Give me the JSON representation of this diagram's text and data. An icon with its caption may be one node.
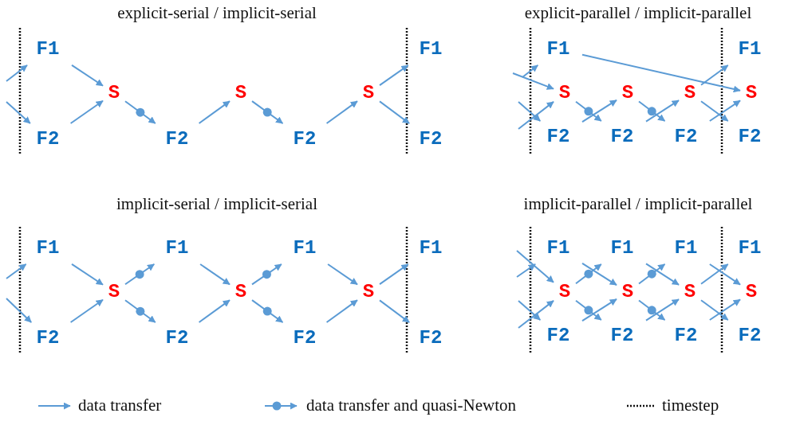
{
  "diagram": {
    "nodes": [
      {
        "text": [
          "F1"
        ]
      },
      {
        "text": [
          "F2"
        ]
      },
      {
        "text": [
          "S"
        ]
      },
      {
        "text": [
          "F2"
        ]
      },
      {
        "text": [
          "S"
        ]
      },
      {
        "text": [
          "F2"
        ]
      },
      {
        "text": [
          "S"
        ]
      },
      {
        "text": [
          "F1"
        ]
      },
      {
        "text": [
          "F2"
        ]
      },
      {
        "text": [
          "F1"
        ]
      },
      {
        "text": [
          "S"
        ]
      },
      {
        "text": [
          "F2"
        ]
      },
      {
        "text": [
          "S"
        ]
      },
      {
        "text": [
          "F2"
        ]
      },
      {
        "text": [
          "S"
        ]
      },
      {
        "text": [
          "F2"
        ]
      },
      {
        "text": [
          "F1"
        ]
      },
      {
        "text": [
          "S"
        ]
      },
      {
        "text": [
          "F2"
        ]
      },
      {
        "text": [
          "F1"
        ]
      },
      {
        "text": [
          "F2"
        ]
      },
      {
        "text": [
          "S"
        ]
      },
      {
        "text": [
          "F1"
        ]
      },
      {
        "text": [
          "F2"
        ]
      },
      {
        "text": [
          "S"
        ]
      },
      {
        "text": [
          "F1"
        ]
      },
      {
        "text": [
          "F2"
        ]
      },
      {
        "text": [
          "S"
        ]
      },
      {
        "text": [
          "F1"
        ]
      },
      {
        "text": [
          "F2"
        ]
      },
      {
        "text": [
          "F1"
        ]
      },
      {
        "text": [
          "S"
        ]
      },
      {
        "text": [
          "F2"
        ]
      },
      {
        "text": [
          "F1"
        ]
      },
      {
        "text": [
          "S"
        ]
      },
      {
        "text": [
          "F2"
        ]
      },
      {
        "text": [
          "F1"
        ]
      },
      {
        "text": [
          "S"
        ]
      },
      {
        "text": [
          "F2"
        ]
      },
      {
        "text": [
          "F1"
        ]
      },
      {
        "text": [
          "S"
        ]
      },
      {
        "text": [
          "F2"
        ]
      }
    ],
    "edges": [
      {
        "from": null,
        "to": 0,
        "arrow": "to"
      },
      {
        "from": null,
        "to": 1,
        "arrow": "to"
      },
      {
        "from": 0,
        "to": 2,
        "arrow": "to"
      },
      {
        "from": 1,
        "to": 2,
        "arrow": "to"
      },
      {
        "from": 2,
        "to": 3,
        "arrow": "to"
      },
      {
        "from": 3,
        "to": 4,
        "arrow": "to"
      },
      {
        "from": 4,
        "to": 5,
        "arrow": "to"
      },
      {
        "from": 5,
        "to": 6,
        "arrow": "to"
      },
      {
        "from": 6,
        "to": 7,
        "arrow": "to"
      },
      {
        "from": 6,
        "to": 8,
        "arrow": "to"
      },
      {
        "from": null,
        "to": 9,
        "arrow": "to"
      },
      {
        "from": null,
        "to": 10,
        "arrow": "to"
      },
      {
        "from": null,
        "to": 10,
        "arrow": "to"
      },
      {
        "from": null,
        "to": 11,
        "arrow": "to"
      },
      {
        "from": 11,
        "to": 12,
        "arrow": "to"
      },
      {
        "from": 10,
        "to": 13,
        "arrow": "to"
      },
      {
        "from": 13,
        "to": 14,
        "arrow": "to"
      },
      {
        "from": 12,
        "to": 15,
        "arrow": "to"
      },
      {
        "from": 14,
        "to": 16,
        "arrow": "to"
      },
      {
        "from": 9,
        "to": 17,
        "arrow": "to"
      },
      {
        "from": 15,
        "to": 17,
        "arrow": "to"
      },
      {
        "from": 14,
        "to": 18,
        "arrow": "to"
      },
      {
        "from": null,
        "to": 19,
        "arrow": "to"
      },
      {
        "from": null,
        "to": 20,
        "arrow": "to"
      },
      {
        "from": 19,
        "to": 21,
        "arrow": "to"
      },
      {
        "from": 20,
        "to": 21,
        "arrow": "to"
      },
      {
        "from": 21,
        "to": 22,
        "arrow": "to"
      },
      {
        "from": 21,
        "to": 23,
        "arrow": "to"
      },
      {
        "from": 22,
        "to": 24,
        "arrow": "to"
      },
      {
        "from": 23,
        "to": 24,
        "arrow": "to"
      },
      {
        "from": 24,
        "to": 25,
        "arrow": "to"
      },
      {
        "from": 24,
        "to": 26,
        "arrow": "to"
      },
      {
        "from": 25,
        "to": 27,
        "arrow": "to"
      },
      {
        "from": 26,
        "to": 27,
        "arrow": "to"
      },
      {
        "from": 27,
        "to": 28,
        "arrow": "to"
      },
      {
        "from": 27,
        "to": 29,
        "arrow": "to"
      },
      {
        "from": null,
        "to": 30,
        "arrow": "to"
      },
      {
        "from": null,
        "to": 31,
        "arrow": "to"
      },
      {
        "from": null,
        "to": 31,
        "arrow": "to"
      },
      {
        "from": null,
        "to": 32,
        "arrow": "to"
      },
      {
        "from": 31,
        "to": 33,
        "arrow": "to"
      },
      {
        "from": 30,
        "to": 34,
        "arrow": "to"
      },
      {
        "from": 32,
        "to": 34,
        "arrow": "to"
      },
      {
        "from": 31,
        "to": 35,
        "arrow": "to"
      },
      {
        "from": 34,
        "to": 36,
        "arrow": "to"
      },
      {
        "from": 33,
        "to": 37,
        "arrow": "to"
      },
      {
        "from": 35,
        "to": 37,
        "arrow": "to"
      },
      {
        "from": 34,
        "to": 38,
        "arrow": "to"
      },
      {
        "from": 37,
        "to": 39,
        "arrow": "to"
      },
      {
        "from": 36,
        "to": 40,
        "arrow": "to"
      },
      {
        "from": 38,
        "to": 40,
        "arrow": "to"
      },
      {
        "from": 37,
        "to": 41,
        "arrow": "to"
      }
    ],
    "labels": [
      "explicit-serial / implicit-serial",
      "explicit-parallel / implicit-parallel",
      "implicit-serial / implicit-serial",
      "implicit-parallel / implicit-parallel"
    ],
    "legend": [
      {
        "text": "data transfer"
      },
      {
        "text": "data transfer and quasi-Newton"
      },
      {
        "text": "timestep"
      }
    ]
  }
}
